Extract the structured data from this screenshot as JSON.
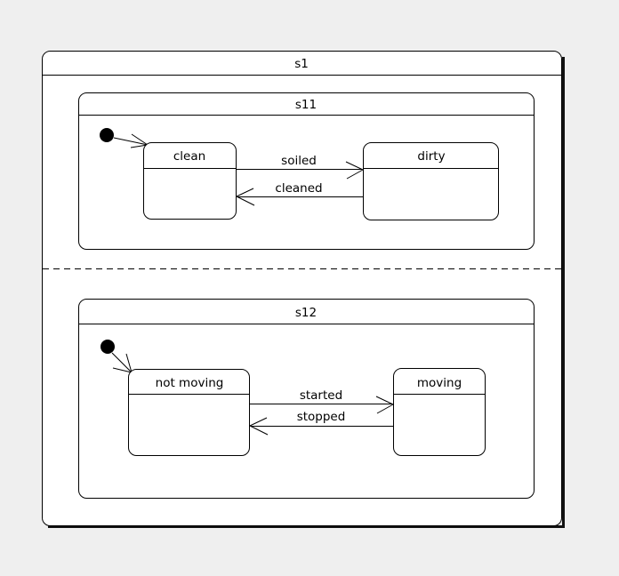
{
  "diagram": {
    "type": "uml-state-machine",
    "background_color": "#efefef",
    "frame_fill": "#ffffff",
    "line_color": "#000000",
    "composite_state": {
      "name": "s1",
      "regions": [
        {
          "name": "s11",
          "initial_state": "initial-pseudostate",
          "states": [
            {
              "name": "clean"
            },
            {
              "name": "dirty"
            }
          ],
          "transitions": [
            {
              "label": "soiled",
              "from": "clean",
              "to": "dirty"
            },
            {
              "label": "cleaned",
              "from": "dirty",
              "to": "clean"
            }
          ]
        },
        {
          "name": "s12",
          "initial_state": "initial-pseudostate",
          "states": [
            {
              "name": "not moving"
            },
            {
              "name": "moving"
            }
          ],
          "transitions": [
            {
              "label": "started",
              "from": "not moving",
              "to": "moving"
            },
            {
              "label": "stopped",
              "from": "moving",
              "to": "not moving"
            }
          ]
        }
      ],
      "region_separator": "dashed"
    }
  }
}
